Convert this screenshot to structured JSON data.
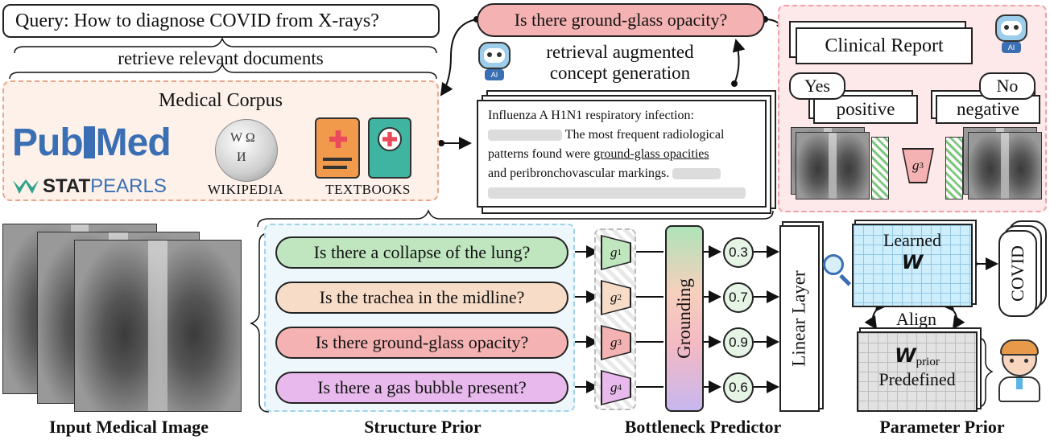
{
  "query": "Query: How to diagnose COVID from X-rays?",
  "retrieve": "retrieve relevant documents",
  "corpus": {
    "title": "Medical Corpus",
    "pubmed_pub": "Pub",
    "pubmed_med": "Med",
    "statpearls_stat": "STAT",
    "statpearls_pearls": "PEARLS",
    "wikipedia": "WIKIPEDIA",
    "textbooks": "TEXTBOOKS"
  },
  "concept_gen": {
    "line1": "retrieval augmented",
    "line2": "concept generation"
  },
  "doc": {
    "line1": "Influenza A H1N1 respiratory infection:",
    "line2": "The most frequent radiological",
    "line3_a": "patterns found were ",
    "line3_b": "ground-glass opacities",
    "line4": "and peribronchovascular markings."
  },
  "top_question": "Is there ground-glass opacity?",
  "clinical": {
    "report": "Clinical Report",
    "yes": "Yes",
    "no": "No",
    "positive": "positive",
    "negative": "negative",
    "g3_label": "g",
    "g3_sub": "3"
  },
  "questions": [
    {
      "text": "Is there a collapse of the lung?",
      "g": "g",
      "sub": "1",
      "score": "0.3",
      "color": "#bfe6bf"
    },
    {
      "text": "Is the trachea in the midline?",
      "g": "g",
      "sub": "2",
      "score": "0.7",
      "color": "#f7dcc7"
    },
    {
      "text": "Is there ground-glass opacity?",
      "g": "g",
      "sub": "3",
      "score": "0.9",
      "color": "#f4b2b2"
    },
    {
      "text": "Is there a gas bubble present?",
      "g": "g",
      "sub": "4",
      "score": "0.6",
      "color": "#e7b9ec"
    }
  ],
  "grounding": "Grounding",
  "linear": "Linear Layer",
  "learned": {
    "title": "Learned",
    "w": "W"
  },
  "align": "Align",
  "prior": {
    "w": "W",
    "sub": "prior",
    "predefined": "Predefined"
  },
  "covid": "COVID",
  "labels": {
    "input": "Input Medical Image",
    "structure": "Structure Prior",
    "bottleneck": "Bottleneck Predictor",
    "parameter": "Parameter Prior"
  },
  "robot_badge": "AI",
  "colors": {
    "corpus_bg": "#fdf1ea",
    "corpus_border": "#e8a789",
    "clinical_bg": "#fde8ea",
    "clinical_border": "#f0a0a8",
    "structure_bg": "#eef7fb",
    "structure_border": "#9fd3ea",
    "learned_bg": "#cfeefc",
    "prior_bg": "#e2e2e2",
    "pubmed_blue": "#3a6fb3",
    "stat_green": "#2ea38a"
  }
}
